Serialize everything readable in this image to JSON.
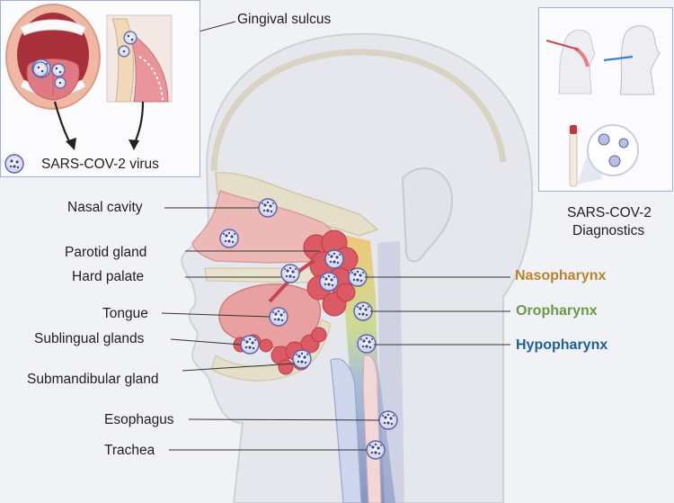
{
  "inset_left": {
    "top_label": "Gingival sulcus",
    "legend_label": "SARS-COV-2 virus"
  },
  "inset_right": {
    "caption_line1": "SARS-COV-2",
    "caption_line2": "Diagnostics"
  },
  "labels": {
    "nasal_cavity": "Nasal cavity",
    "parotid_gland": "Parotid gland",
    "hard_palate": "Hard palate",
    "tongue": "Tongue",
    "sublingual_glands": "Sublingual glands",
    "submandibular_gland": "Submandibular gland",
    "esophagus": "Esophagus",
    "trachea": "Trachea"
  },
  "regions": {
    "nasopharynx": "Nasopharynx",
    "oropharynx": "Oropharynx",
    "hypopharynx": "Hypopharynx"
  },
  "colors": {
    "nasopharynx": "#b8832b",
    "oropharynx": "#6a9a45",
    "hypopharynx": "#1f5d94",
    "panel_border": "#9eb1d2",
    "virus": "#6d77b3",
    "tissue": "#e9a4a2",
    "gland": "#dc5a63"
  }
}
